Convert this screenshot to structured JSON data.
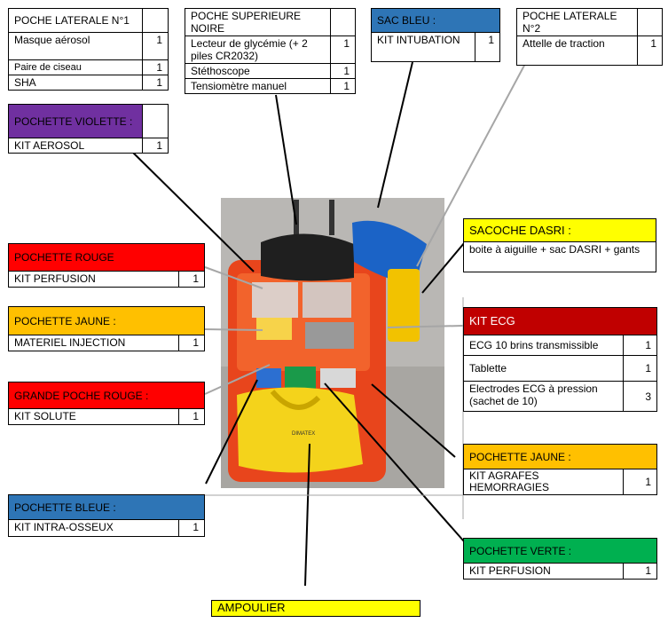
{
  "colors": {
    "blue": "#2e75b6",
    "violet": "#7030a0",
    "red": "#ff0000",
    "orange_yellow": "#ffc000",
    "yellow": "#ffff00",
    "dark_red": "#c00000",
    "green": "#00b050"
  },
  "poche_laterale_1": {
    "title": "POCHE LATERALE N°1",
    "rows": [
      {
        "item": "Masque aérosol",
        "qty": "1"
      },
      {
        "item": "Paire de ciseau",
        "qty": "1"
      },
      {
        "item": "SHA",
        "qty": "1"
      }
    ]
  },
  "poche_superieure": {
    "title": "POCHE SUPERIEURE NOIRE",
    "rows": [
      {
        "item": "Lecteur de glycémie (+ 2 piles CR2032)",
        "qty": "1"
      },
      {
        "item": "Stéthoscope",
        "qty": "1"
      },
      {
        "item": "Tensiomètre manuel",
        "qty": "1"
      }
    ]
  },
  "sac_bleu": {
    "title": "SAC BLEU :",
    "rows": [
      {
        "item": "KIT INTUBATION",
        "qty": "1"
      }
    ]
  },
  "poche_laterale_2": {
    "title": "POCHE LATERALE N°2",
    "rows": [
      {
        "item": "Attelle de traction",
        "qty": "1"
      }
    ]
  },
  "pochette_violette": {
    "title": "POCHETTE VIOLETTE :",
    "rows": [
      {
        "item": "KIT AEROSOL",
        "qty": "1"
      }
    ]
  },
  "sacoche_dasri": {
    "title": "SACOCHE DASRI :",
    "text": "boite à aiguille + sac DASRI + gants"
  },
  "pochette_rouge": {
    "title": "POCHETTE ROUGE",
    "rows": [
      {
        "item": "KIT PERFUSION",
        "qty": "1"
      }
    ]
  },
  "kit_ecg": {
    "title": "KIT ECG",
    "rows": [
      {
        "item": "ECG 10 brins transmissible",
        "qty": "1"
      },
      {
        "item": "Tablette",
        "qty": "1"
      },
      {
        "item": "Electrodes ECG à pression (sachet de 10)",
        "qty": "3"
      }
    ]
  },
  "pochette_jaune_left": {
    "title": "POCHETTE JAUNE :",
    "rows": [
      {
        "item": "MATERIEL INJECTION",
        "qty": "1"
      }
    ]
  },
  "grande_poche_rouge": {
    "title": "GRANDE POCHE ROUGE :",
    "rows": [
      {
        "item": "KIT SOLUTE",
        "qty": "1"
      }
    ]
  },
  "pochette_jaune_right": {
    "title": "POCHETTE JAUNE :",
    "rows": [
      {
        "item": "KIT AGRAFES HEMORRAGIES",
        "qty": "1"
      }
    ]
  },
  "pochette_bleue": {
    "title": "POCHETTE BLEUE :",
    "rows": [
      {
        "item": "KIT INTRA-OSSEUX",
        "qty": "1"
      }
    ]
  },
  "pochette_verte": {
    "title": "POCHETTE VERTE :",
    "rows": [
      {
        "item": "KIT PERFUSION",
        "qty": "1"
      }
    ]
  },
  "ampoulier": {
    "title": "AMPOULIER"
  },
  "photo_text": {
    "brand": "DIMATEX"
  }
}
